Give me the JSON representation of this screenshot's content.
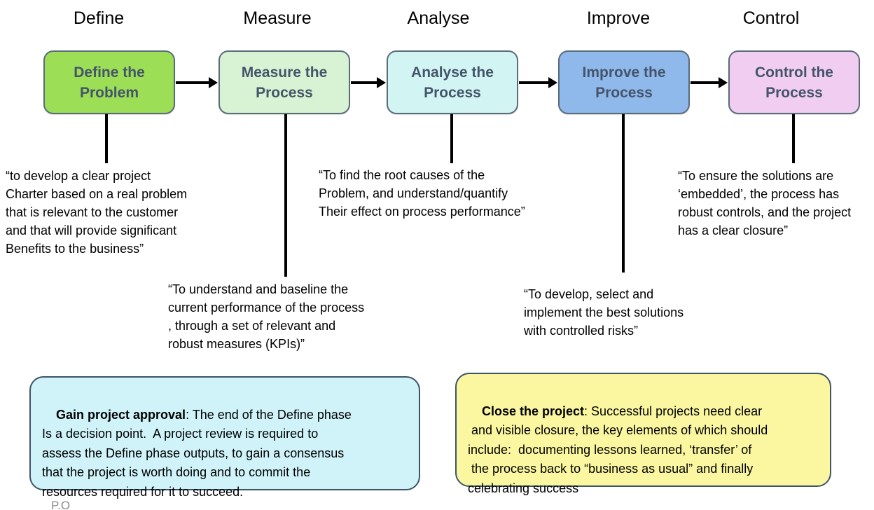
{
  "diagram": {
    "title_semantic": "DMAIC process diagram",
    "phases": [
      {
        "id": "define",
        "header": "Define",
        "box_label": "Define the\nProblem",
        "box_color": "#9CDE55",
        "quote": "“to develop a clear project\nCharter based on a real problem\nthat is relevant to the customer\nand that will provide significant\nBenefits to the business”"
      },
      {
        "id": "measure",
        "header": "Measure",
        "box_label": "Measure the\nProcess",
        "box_color": "#D8F3D3",
        "quote": "“To understand and baseline the\ncurrent performance of the process\n, through a set of relevant and\nrobust measures (KPIs)”"
      },
      {
        "id": "analyse",
        "header": "Analyse",
        "box_label": "Analyse the\nProcess",
        "box_color": "#D2F5F3",
        "quote": "“To find the root causes of the\nProblem, and understand/quantify\nTheir effect on process performance”"
      },
      {
        "id": "improve",
        "header": "Improve",
        "box_label": "Improve the\nProcess",
        "box_color": "#8FB9EB",
        "quote": "“To develop, select and\nimplement the best solutions\nwith controlled risks”"
      },
      {
        "id": "control",
        "header": "Control",
        "box_label": "Control the\nProcess",
        "box_color": "#F1CEF1",
        "quote": "“To ensure the solutions are\n‘embedded’, the process has\nrobust controls, and the project\nhas a clear closure”"
      }
    ],
    "notes": [
      {
        "id": "approval",
        "lead": "Gain project approval",
        "body": ": The end of the Define phase\nIs a decision point.  A project review is required to\nassess the Define phase outputs, to gain a consensus\nthat the project is worth doing and to commit the\nresources required for it to succeed.",
        "bg": "#CFF3F8"
      },
      {
        "id": "closure",
        "lead": "Close the project",
        "body": ": Successful projects need clear\n and visible closure, the key elements of which should\ninclude:  documenting lessons learned, ‘transfer’ of\n the process back to “business as usual” and finally\ncelebrating success",
        "bg": "#FBF7A1"
      }
    ],
    "footer": "P.O",
    "colors": {
      "connector": "#000000",
      "box_text": "#44546A",
      "box_border": "#5A6B7C",
      "note_border": "#3D5466"
    }
  }
}
